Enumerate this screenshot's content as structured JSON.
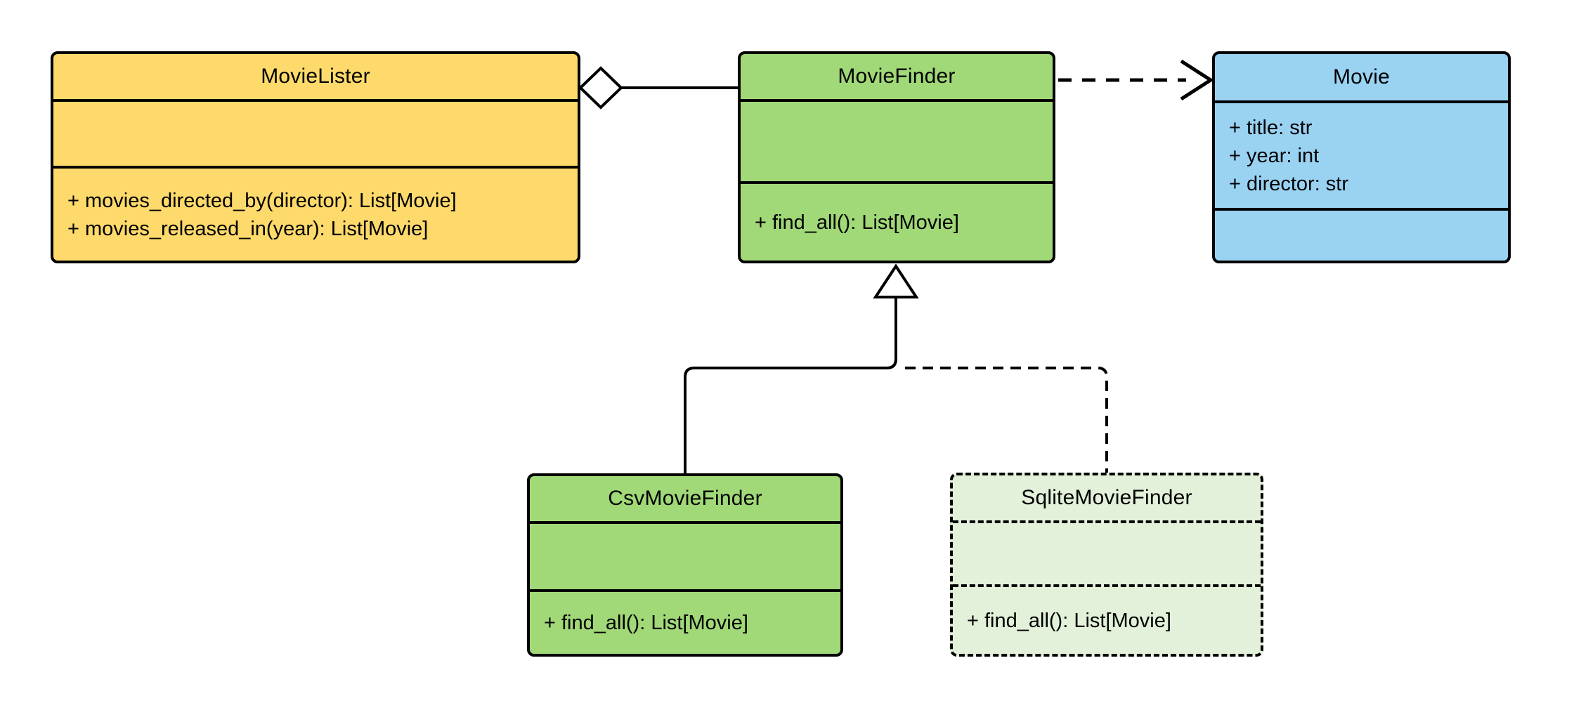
{
  "diagram": {
    "type": "uml-class-diagram",
    "background": "#ffffff",
    "stroke_color": "#000000",
    "classes": {
      "movieLister": {
        "name": "MovieLister",
        "fill": "#FDDA6B",
        "border_style": "solid",
        "attributes": [],
        "methods": [
          "+ movies_directed_by(director): List[Movie]",
          "+ movies_released_in(year): List[Movie]"
        ]
      },
      "movieFinder": {
        "name": "MovieFinder",
        "fill": "#A1D878",
        "border_style": "solid",
        "attributes": [],
        "methods": [
          "+ find_all(): List[Movie]"
        ]
      },
      "movie": {
        "name": "Movie",
        "fill": "#9AD2F2",
        "border_style": "solid",
        "attributes": [
          "+ title: str",
          "+ year: int",
          "+ director: str"
        ],
        "methods": []
      },
      "csvMovieFinder": {
        "name": "CsvMovieFinder",
        "fill": "#A1D878",
        "border_style": "solid",
        "attributes": [],
        "methods": [
          "+ find_all(): List[Movie]"
        ]
      },
      "sqliteMovieFinder": {
        "name": "SqliteMovieFinder",
        "fill": "#E3F1DA",
        "border_style": "dashed",
        "attributes": [],
        "methods": [
          "+ find_all(): List[Movie]"
        ]
      }
    },
    "relationships": [
      {
        "type": "aggregation",
        "from": "MovieLister",
        "to": "MovieFinder",
        "line": "solid",
        "marker": "hollow-diamond"
      },
      {
        "type": "dependency",
        "from": "MovieFinder",
        "to": "Movie",
        "line": "dashed",
        "marker": "open-arrow"
      },
      {
        "type": "inheritance",
        "from": "CsvMovieFinder",
        "to": "MovieFinder",
        "line": "solid",
        "marker": "hollow-triangle"
      },
      {
        "type": "inheritance",
        "from": "SqliteMovieFinder",
        "to": "MovieFinder",
        "line": "dashed",
        "marker": "hollow-triangle"
      }
    ],
    "colors": {
      "yellow": "#FDDA6B",
      "green": "#A1D878",
      "light_green": "#E3F1DA",
      "blue": "#9AD2F2",
      "stroke": "#000000"
    }
  }
}
